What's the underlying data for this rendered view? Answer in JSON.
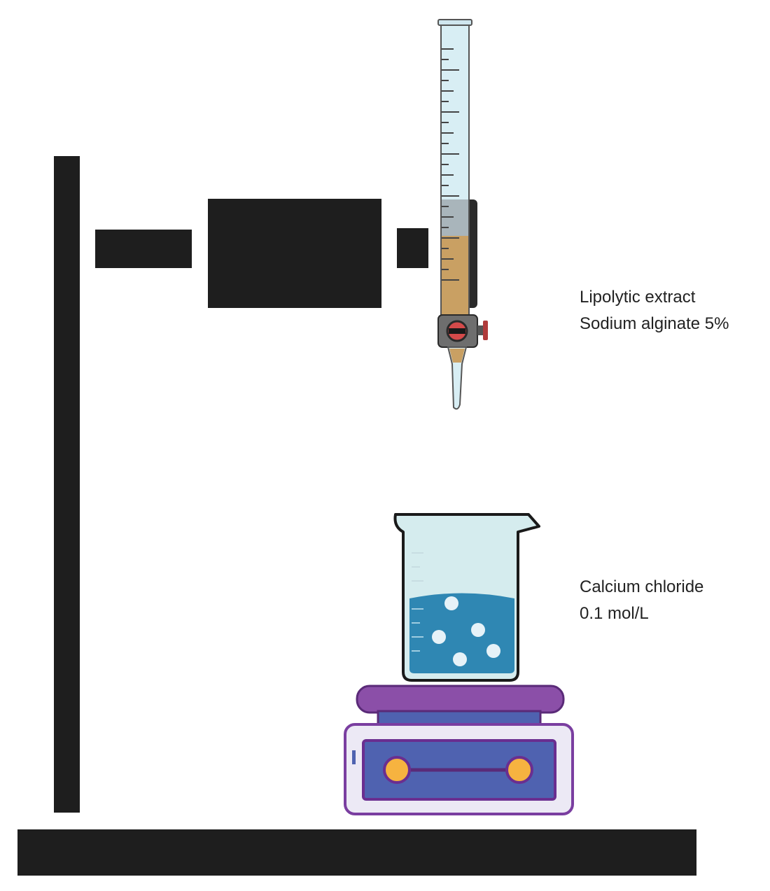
{
  "labels": {
    "burette": {
      "line1": "Lipolytic extract",
      "line2": "Sodium alginate 5%"
    },
    "beaker": {
      "line1": "Calcium chloride",
      "line2": "0.1 mol/L"
    }
  },
  "colors": {
    "stand": "#1e1e1e",
    "burette_glass": "#d8eef4",
    "burette_liquid": "#c9a063",
    "burette_outline": "#555555",
    "beaker_glass": "#d5ecee",
    "beaker_liquid": "#2f87b3",
    "beads": "#e6f2f8",
    "stirrer_top": "#8b4fa8",
    "stirrer_panel": "#4f62b0",
    "stirrer_knob": "#f6b340",
    "stirrer_body": "#ece9f5"
  }
}
